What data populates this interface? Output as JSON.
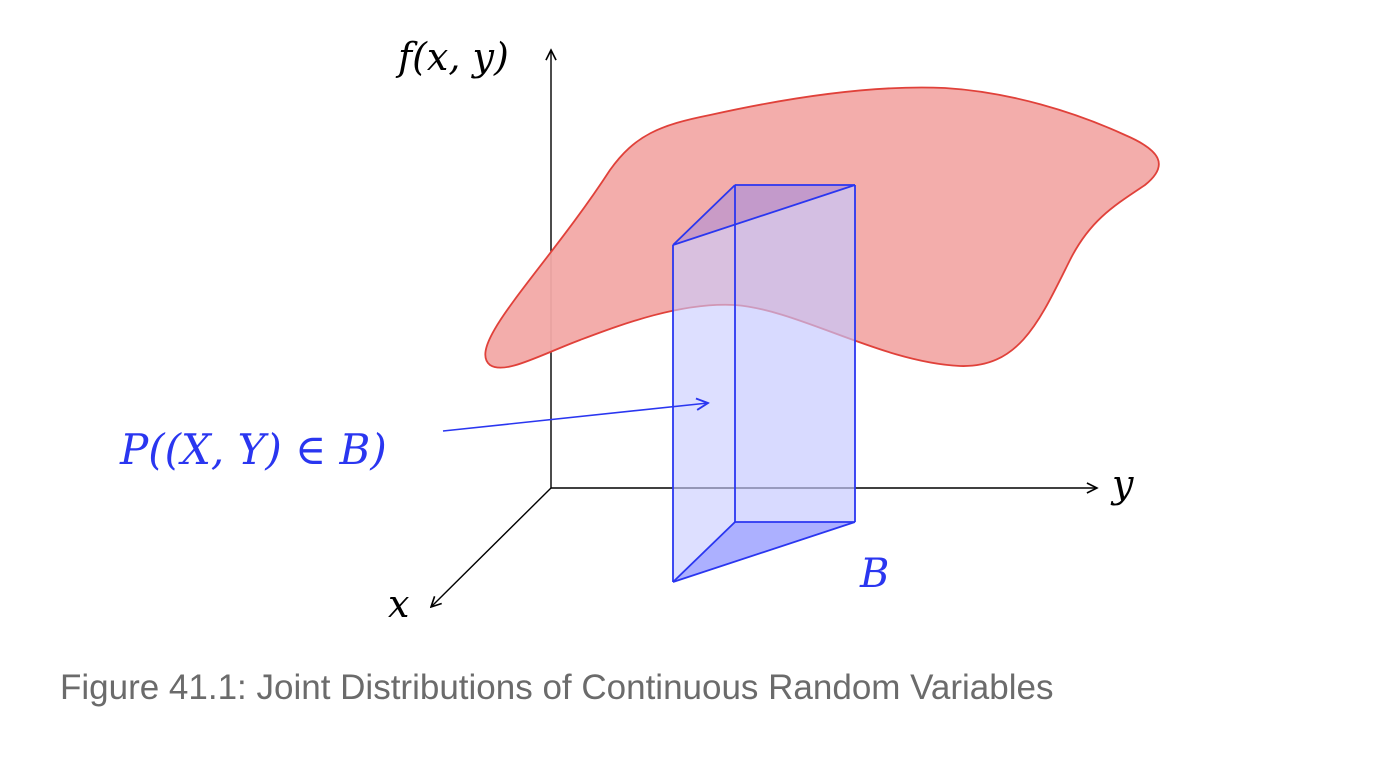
{
  "diagram": {
    "axes": {
      "vertical_label": "f(x, y)",
      "right_label": "y",
      "depth_label": "x"
    },
    "region_label": "B",
    "probability_label": "P((X, Y) ∈ B)"
  },
  "caption": "Figure 41.1: Joint Distributions of Continuous Random Variables",
  "colors": {
    "surface_fill": "#f2a9a7",
    "surface_stroke": "#e0413a",
    "prism_fill": "#d9dcff",
    "prism_base_fill": "#a9adff",
    "prism_stroke": "#2a36f0",
    "axis": "#000000",
    "caption_text": "#6b6b6b"
  }
}
